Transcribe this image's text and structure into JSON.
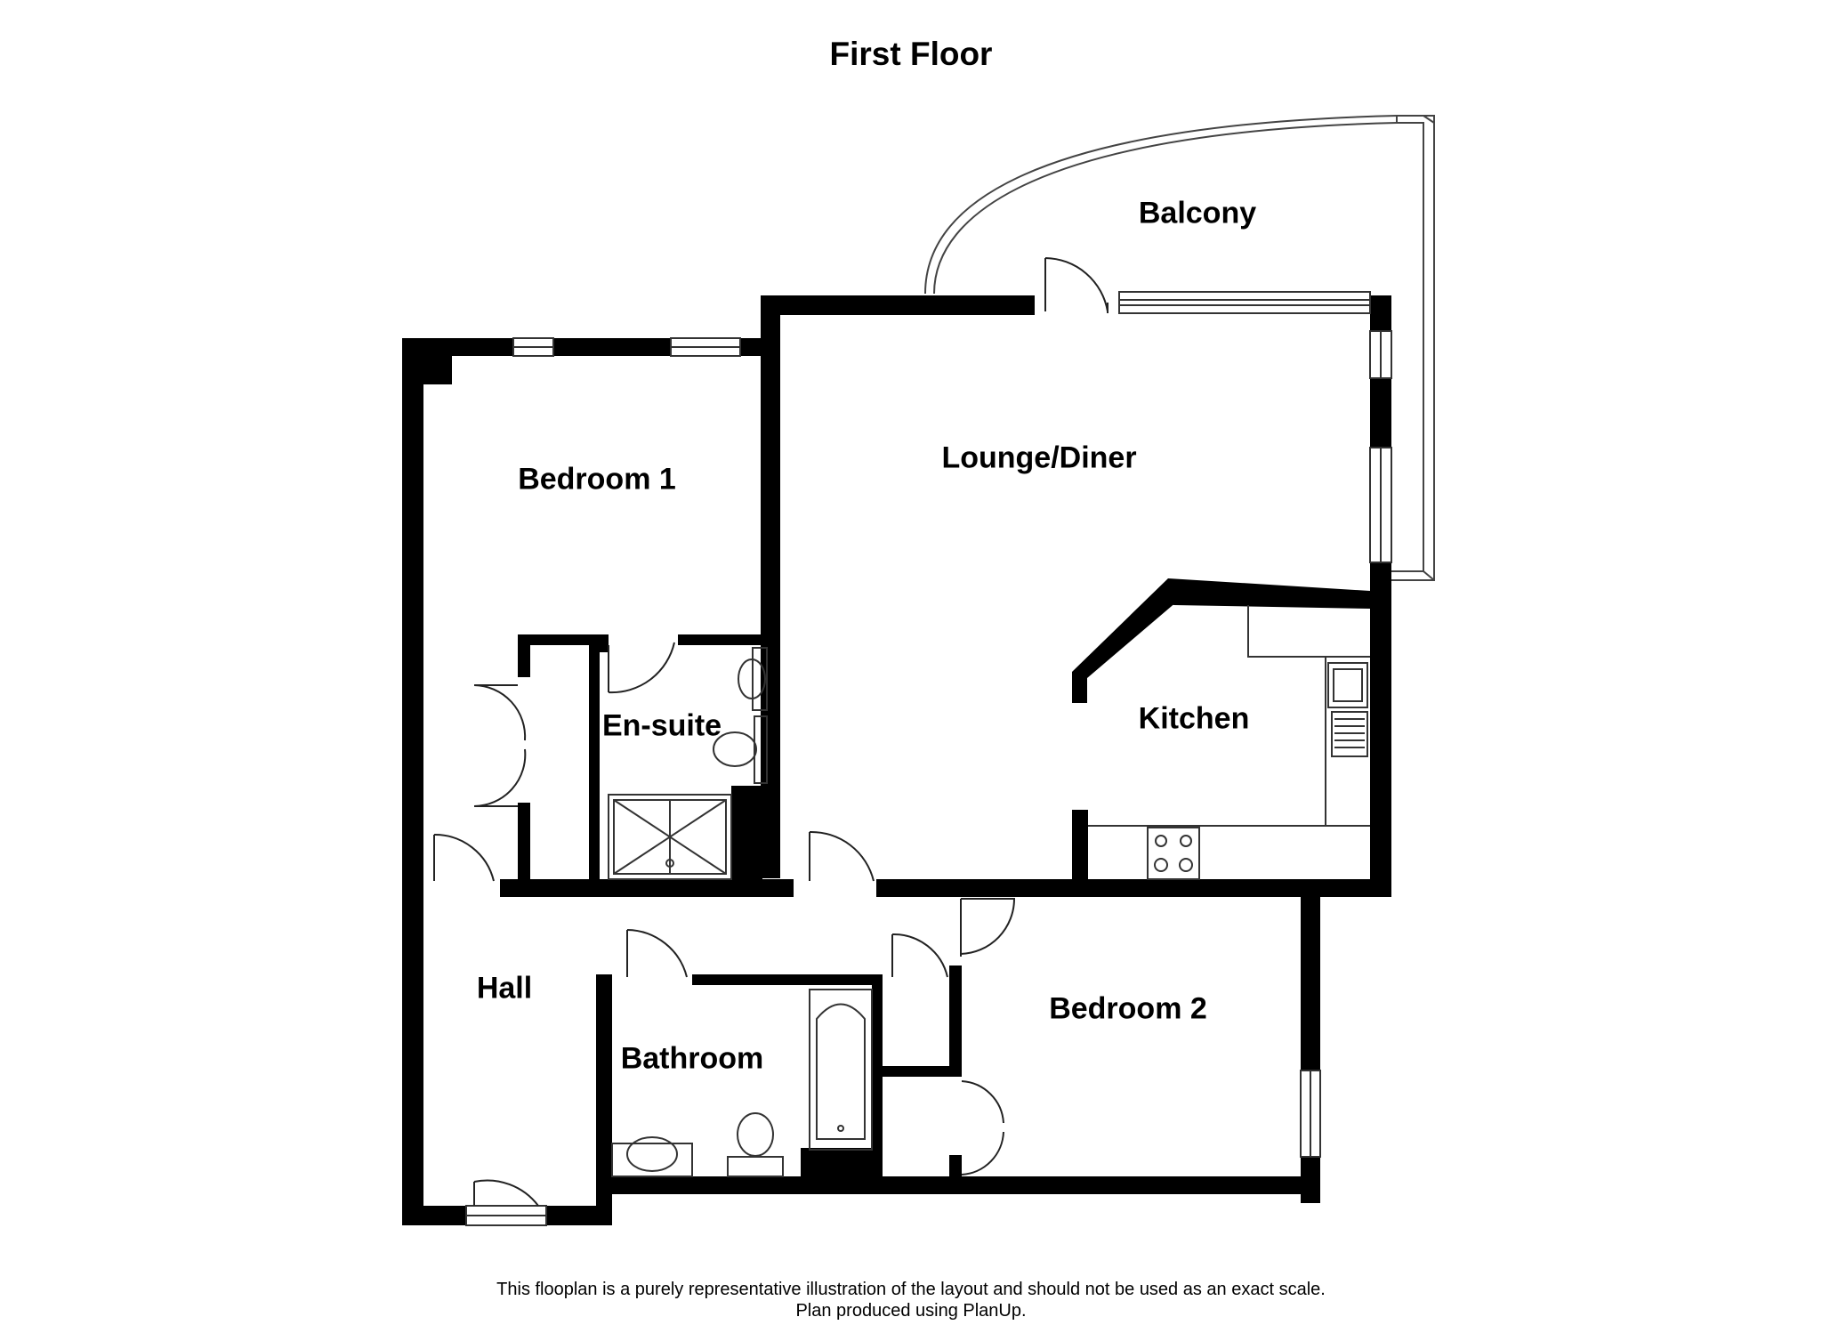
{
  "floor_title": "First Floor",
  "rooms": {
    "balcony": "Balcony",
    "lounge_diner": "Lounge/Diner",
    "bedroom_1": "Bedroom 1",
    "en_suite": "En-suite",
    "kitchen": "Kitchen",
    "hall": "Hall",
    "bathroom": "Bathroom",
    "bedroom_2": "Bedroom 2"
  },
  "disclaimer": {
    "line1": "This flooplan is a purely representative illustration of the layout and should not be used as an exact scale.",
    "line2": "Plan produced using PlanUp."
  },
  "colors": {
    "wall": "#000000",
    "background": "#ffffff",
    "fixture": "#555555"
  }
}
